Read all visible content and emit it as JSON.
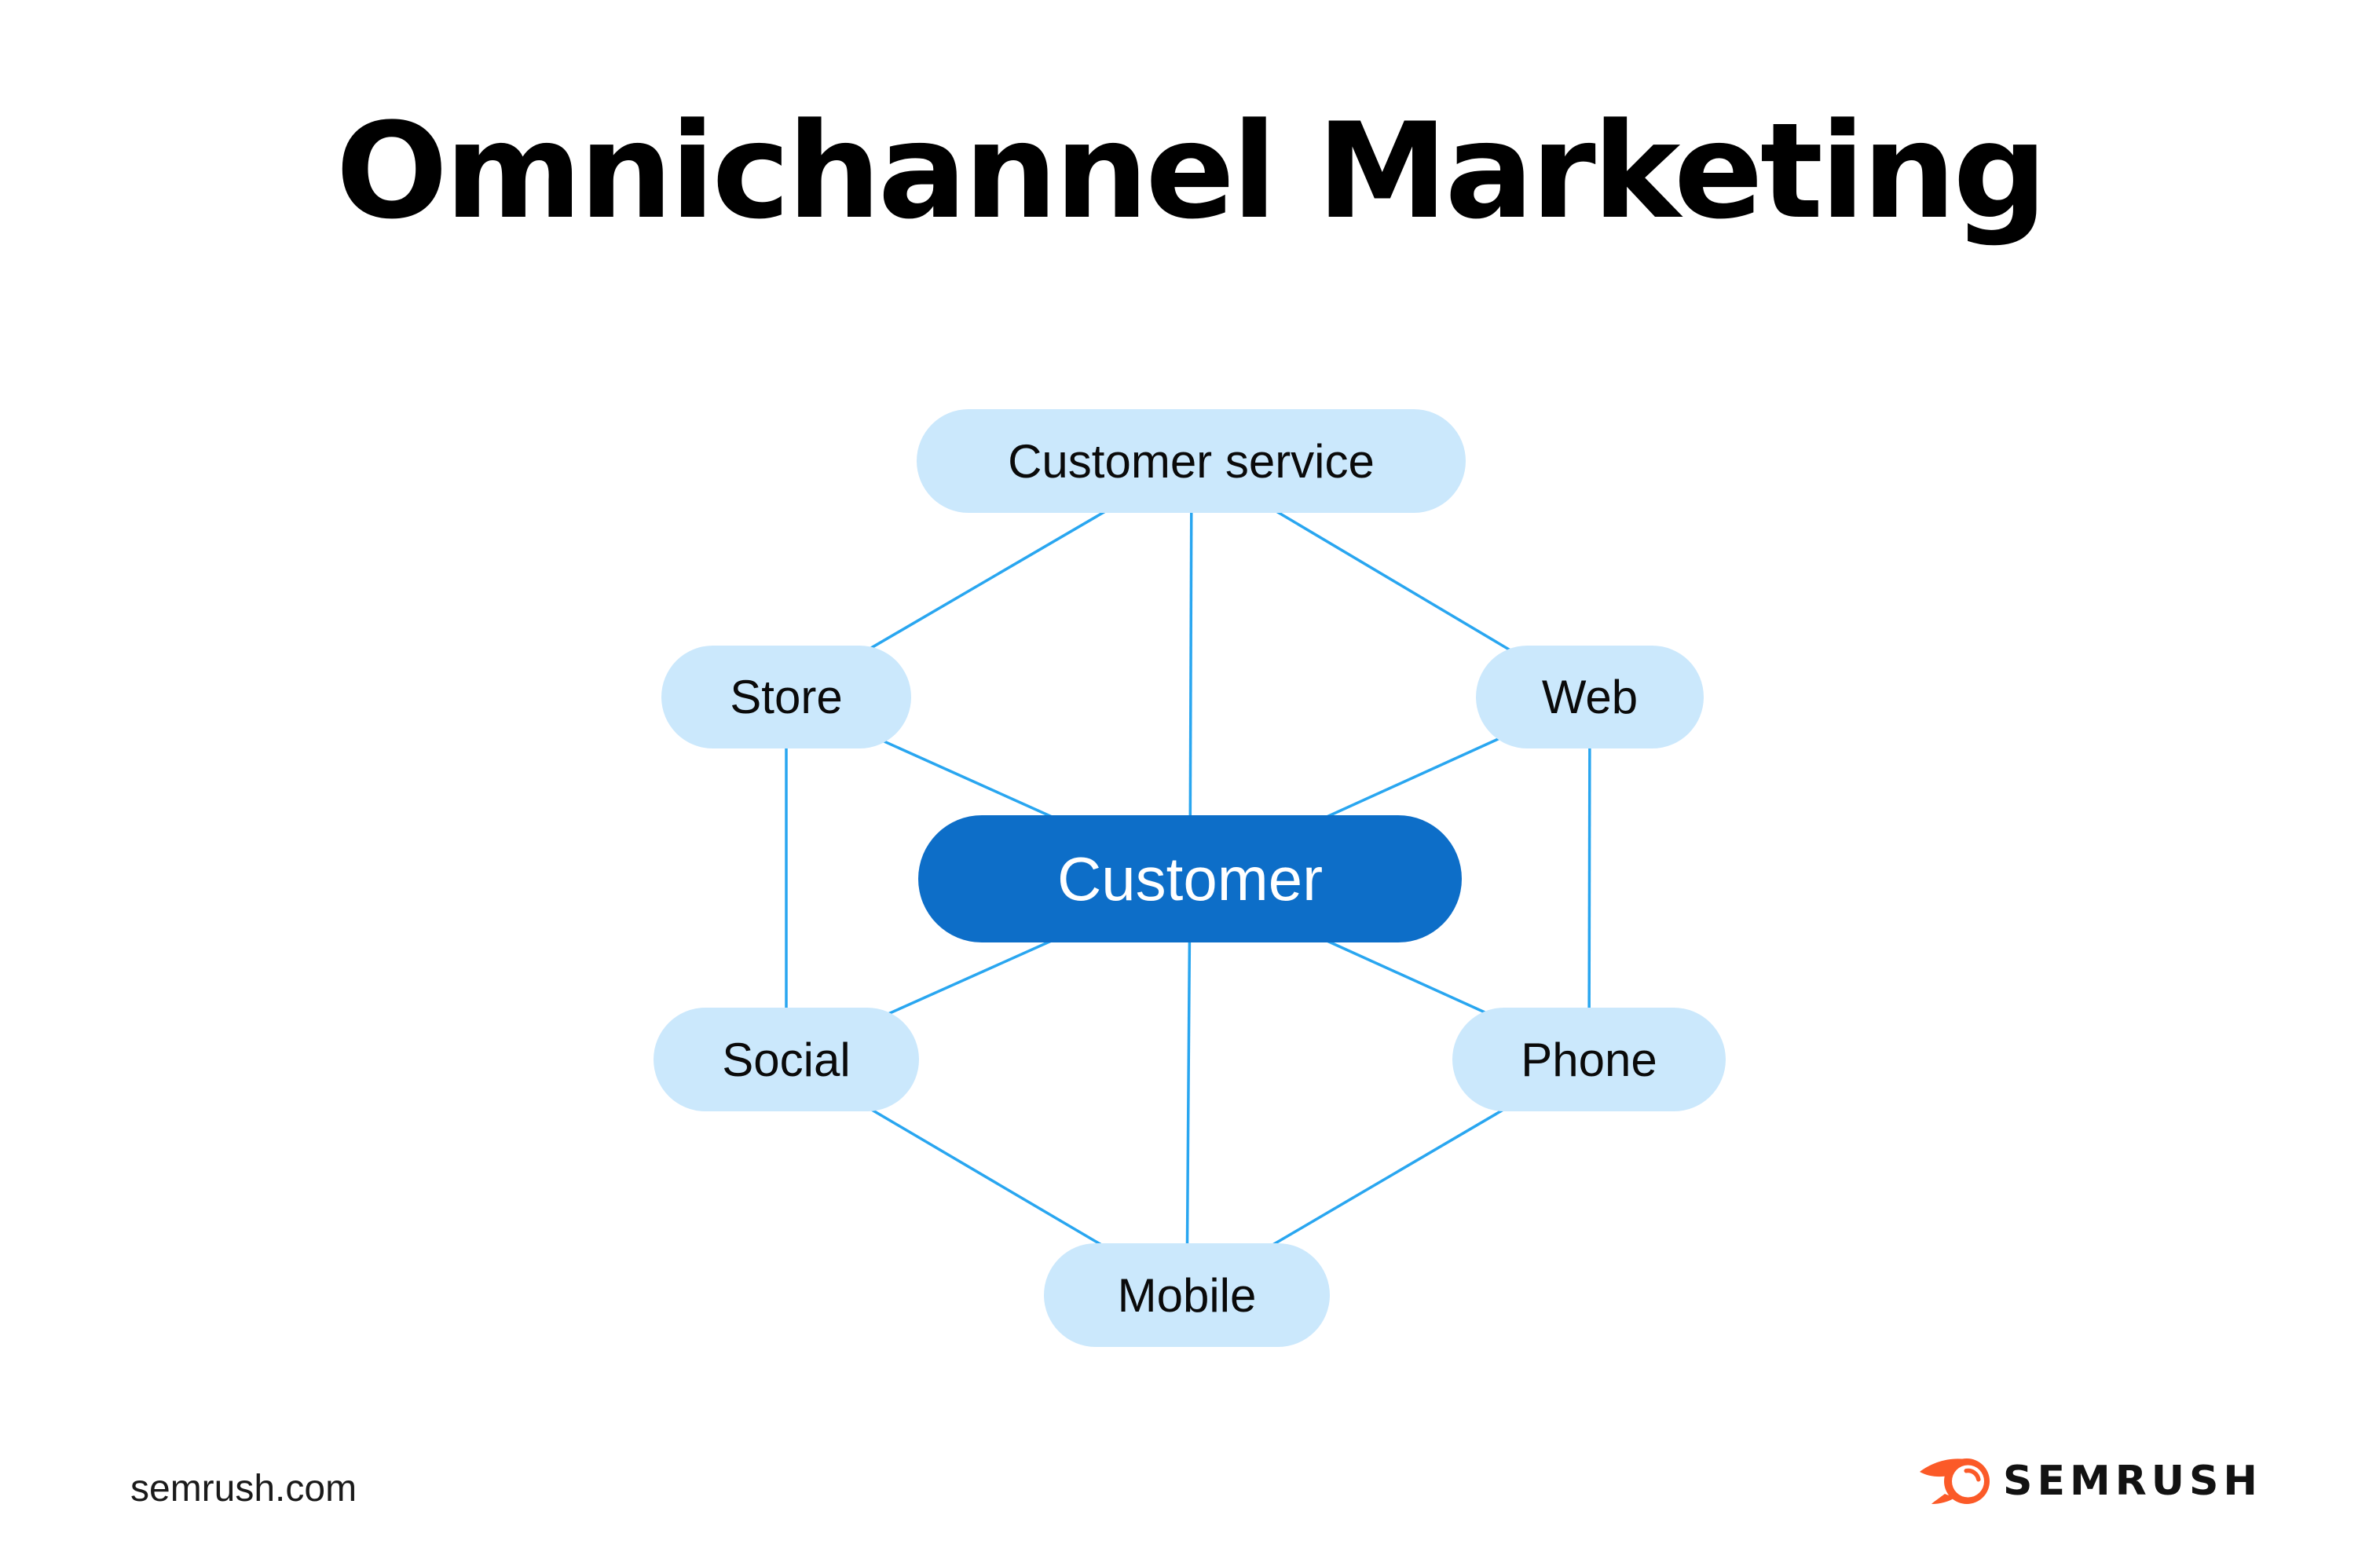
{
  "page": {
    "title": "Omnichannel Marketing"
  },
  "diagram": {
    "center": {
      "label": "Customer"
    },
    "satellites": [
      {
        "label": "Customer service"
      },
      {
        "label": "Store"
      },
      {
        "label": "Web"
      },
      {
        "label": "Social"
      },
      {
        "label": "Phone"
      },
      {
        "label": "Mobile"
      }
    ],
    "edges": [
      [
        "Customer service",
        "Store"
      ],
      [
        "Customer service",
        "Customer"
      ],
      [
        "Customer service",
        "Web"
      ],
      [
        "Store",
        "Customer"
      ],
      [
        "Store",
        "Social"
      ],
      [
        "Web",
        "Customer"
      ],
      [
        "Web",
        "Phone"
      ],
      [
        "Social",
        "Customer"
      ],
      [
        "Social",
        "Mobile"
      ],
      [
        "Phone",
        "Customer"
      ],
      [
        "Phone",
        "Mobile"
      ],
      [
        "Customer",
        "Mobile"
      ]
    ]
  },
  "footer": {
    "website": "semrush.com",
    "brand": "SEMRUSH"
  },
  "colors": {
    "background": "#FFFFFF",
    "title_text": "#000000",
    "node_fill": "#CBE8FC",
    "node_text": "#0A0A0A",
    "center_fill": "#0D6EC8",
    "center_text": "#FFFFFF",
    "edge_line": "#29A6F0",
    "brand_orange": "#FB5A28",
    "brand_text": "#121212",
    "footer_text": "#1A1A1A"
  }
}
